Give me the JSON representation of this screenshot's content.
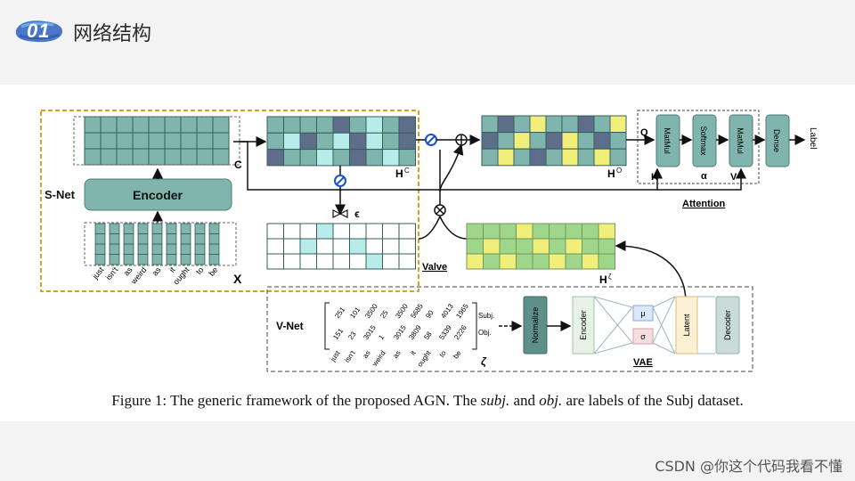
{
  "header": {
    "number": "01",
    "title": "网络结构"
  },
  "diagram": {
    "snet_label": "S-Net",
    "encoder_label": "Encoder",
    "C_label": "C",
    "X_label": "X",
    "HC_label": "H",
    "HC_sup": "C",
    "HO_label": "H",
    "HO_sup": "O",
    "Hzeta_label": "H",
    "Hzeta_sup": "ζ",
    "epsilon_label": "ϵ",
    "valve_label": "Valve",
    "attention_label": "Attention",
    "Q_label": "Q",
    "K_label": "K",
    "V_label": "V",
    "alpha_label": "α",
    "matmul1_label": "MatMul",
    "softmax_label": "Softmax",
    "matmul2_label": "MatMul",
    "dense_label": "Dense",
    "label_out": "Label",
    "vnet_label": "V-Net",
    "normalize_label": "Normalize",
    "vae_encoder_label": "Encoder",
    "mu_label": "μ",
    "sigma_label": "σ",
    "latent_label": "Latent",
    "vae_decoder_label": "Decoder",
    "vae_label": "VAE",
    "zeta_label": "ζ",
    "subj_label": "Subj.",
    "obj_label": "Obj.",
    "tokens": [
      "just",
      "isn't",
      "as",
      "weird",
      "as",
      "it",
      "ought",
      "to",
      "be"
    ],
    "subj_counts": [
      "251",
      "101",
      "3500",
      "25",
      "3500",
      "5685",
      "90",
      "4013",
      "1965"
    ],
    "obj_counts": [
      "151",
      "23",
      "3015",
      "1",
      "3015",
      "3809",
      "58",
      "5339",
      "2226"
    ]
  },
  "caption": {
    "prefix": "Figure 1: The generic framework of the proposed AGN. The ",
    "subj": "subj.",
    "middle": " and ",
    "obj": "obj.",
    "suffix": " are labels of the Subj dataset."
  },
  "watermark": "CSDN @你这个代码我看不懂",
  "colors": {
    "teal": "#7fb5ad",
    "teal_dark": "#5e8f89",
    "light_cyan": "#b8ecea",
    "dark_slate": "#5e6e8a",
    "yellow": "#f2ee7a",
    "green": "#9fd68c",
    "orange_dash": "#d9a21b",
    "blue_icon": "#1c4fd1"
  }
}
